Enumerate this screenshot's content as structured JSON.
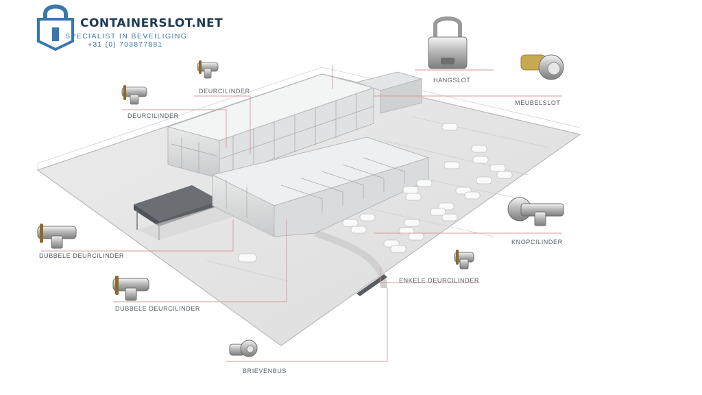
{
  "brand": {
    "name": "CONTAINERSLOT.NET",
    "tagline": "SPECIALIST IN BEVEILIGING",
    "phone": "+31 (0) 703877881",
    "colors": {
      "primary": "#1f3b53",
      "accent": "#3a77ad",
      "line": "#d89a9a"
    }
  },
  "locks": [
    {
      "id": "deurcilinder_top",
      "label": "DEURCILINDER",
      "icon": "euro-cylinder-icon"
    },
    {
      "id": "deurcilinder_left",
      "label": "DEURCILINDER",
      "icon": "euro-cylinder-icon"
    },
    {
      "id": "hangslot",
      "label": "HANGSLOT",
      "icon": "padlock-icon"
    },
    {
      "id": "meubelslot",
      "label": "MEUBELSLOT",
      "icon": "cam-lock-icon"
    },
    {
      "id": "knopcilinder",
      "label": "KNOPCILINDER",
      "icon": "thumbturn-cylinder-icon"
    },
    {
      "id": "enkele",
      "label": "ENKELE DEURCILINDER",
      "icon": "half-cylinder-icon"
    },
    {
      "id": "dubbele_1",
      "label": "DUBBELE DEURCILINDER",
      "icon": "euro-cylinder-icon"
    },
    {
      "id": "dubbele_2",
      "label": "DUBBELE DEURCILINDER",
      "icon": "euro-cylinder-icon"
    },
    {
      "id": "brievenbus",
      "label": "BRIEVENBUS",
      "icon": "mailbox-lock-icon"
    }
  ]
}
